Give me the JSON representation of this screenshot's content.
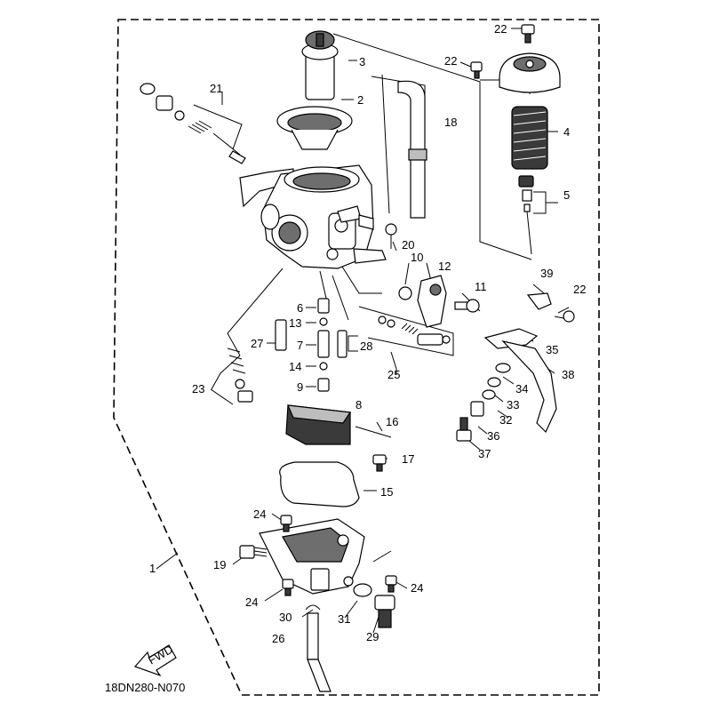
{
  "diagram_code": "18DN280-N070",
  "fwd_label": "FWD",
  "callouts": [
    "1",
    "2",
    "3",
    "4",
    "5",
    "6",
    "7",
    "8",
    "9",
    "10",
    "11",
    "12",
    "13",
    "14",
    "15",
    "16",
    "17",
    "18",
    "19",
    "20",
    "21",
    "22",
    "22",
    "22",
    "23",
    "24",
    "24",
    "24",
    "25",
    "26",
    "27",
    "28",
    "29",
    "30",
    "31",
    "32",
    "33",
    "34",
    "35",
    "36",
    "37",
    "38",
    "39"
  ]
}
